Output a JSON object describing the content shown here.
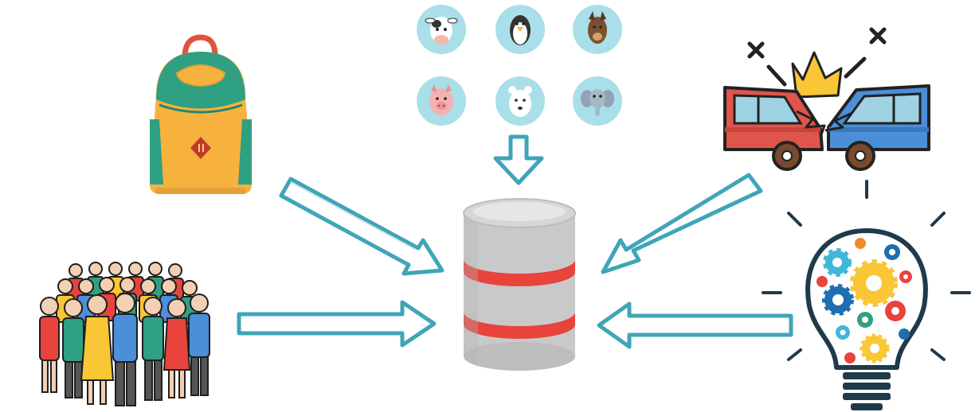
{
  "diagram": {
    "center": {
      "icon": "database-icon"
    },
    "sources": [
      {
        "id": "backpack",
        "icon": "backpack-icon"
      },
      {
        "id": "people",
        "icon": "crowd-of-people-icon"
      },
      {
        "id": "animals",
        "icon": "animal-faces-icon",
        "items": [
          "cow-icon",
          "penguin-icon",
          "dog-icon",
          "pig-icon",
          "polar-bear-icon",
          "elephant-icon"
        ]
      },
      {
        "id": "car-crash",
        "icon": "car-crash-icon"
      },
      {
        "id": "ideas",
        "icon": "lightbulb-gears-icon"
      }
    ],
    "arrow_direction": "toward-center"
  },
  "colors": {
    "arrow_stroke": "#3fa5b8",
    "arrow_fill": "#ffffff",
    "db_body": "#c4c4c4",
    "db_top": "#e6e6e6",
    "db_band": "#e8433d",
    "animal_circle": "#a9dfe9",
    "backpack_orange": "#f6b23d",
    "backpack_teal": "#2fa081",
    "car_red": "#e0554b",
    "car_blue": "#4a8fd8",
    "crash_yellow": "#f9c636"
  }
}
